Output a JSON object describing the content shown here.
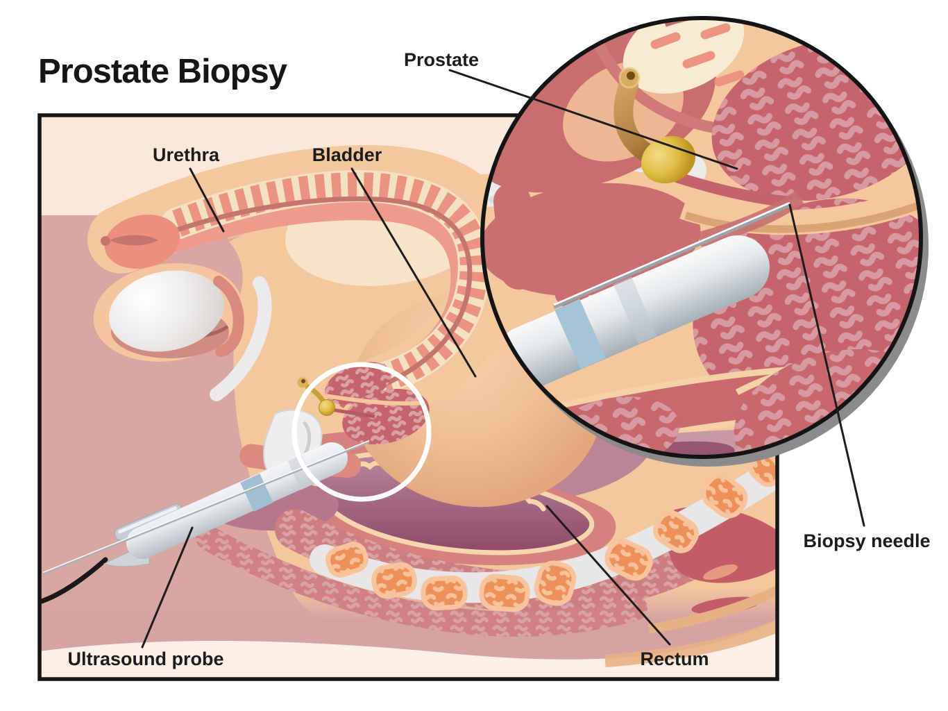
{
  "figure": {
    "title": "Prostate Biopsy",
    "kind": "medical-illustration"
  },
  "labels": {
    "urethra": "Urethra",
    "bladder": "Bladder",
    "prostate": "Prostate",
    "biopsy_needle": "Biopsy needle",
    "ultrasound_probe": "Ultrasound probe",
    "rectum": "Rectum"
  },
  "palette": {
    "background": "#ffffff",
    "panel_fill": "#fce7db",
    "outline_black": "#151515",
    "skin_peach": "#f3c89d",
    "dusty_rose": "#d9a6a2",
    "salmon": "#ee9c8a",
    "organ_rose": "#c6646b",
    "rectum_maroon": "#8c4663",
    "vertebra_orange": "#ed9059",
    "gold": "#e3bf4a",
    "probe_metal": "#dfe3e6",
    "probe_band_blue": "#9fc0d4",
    "inset_shadow_gray": "#8b8b8b",
    "label_color": "#1c1c1c"
  }
}
